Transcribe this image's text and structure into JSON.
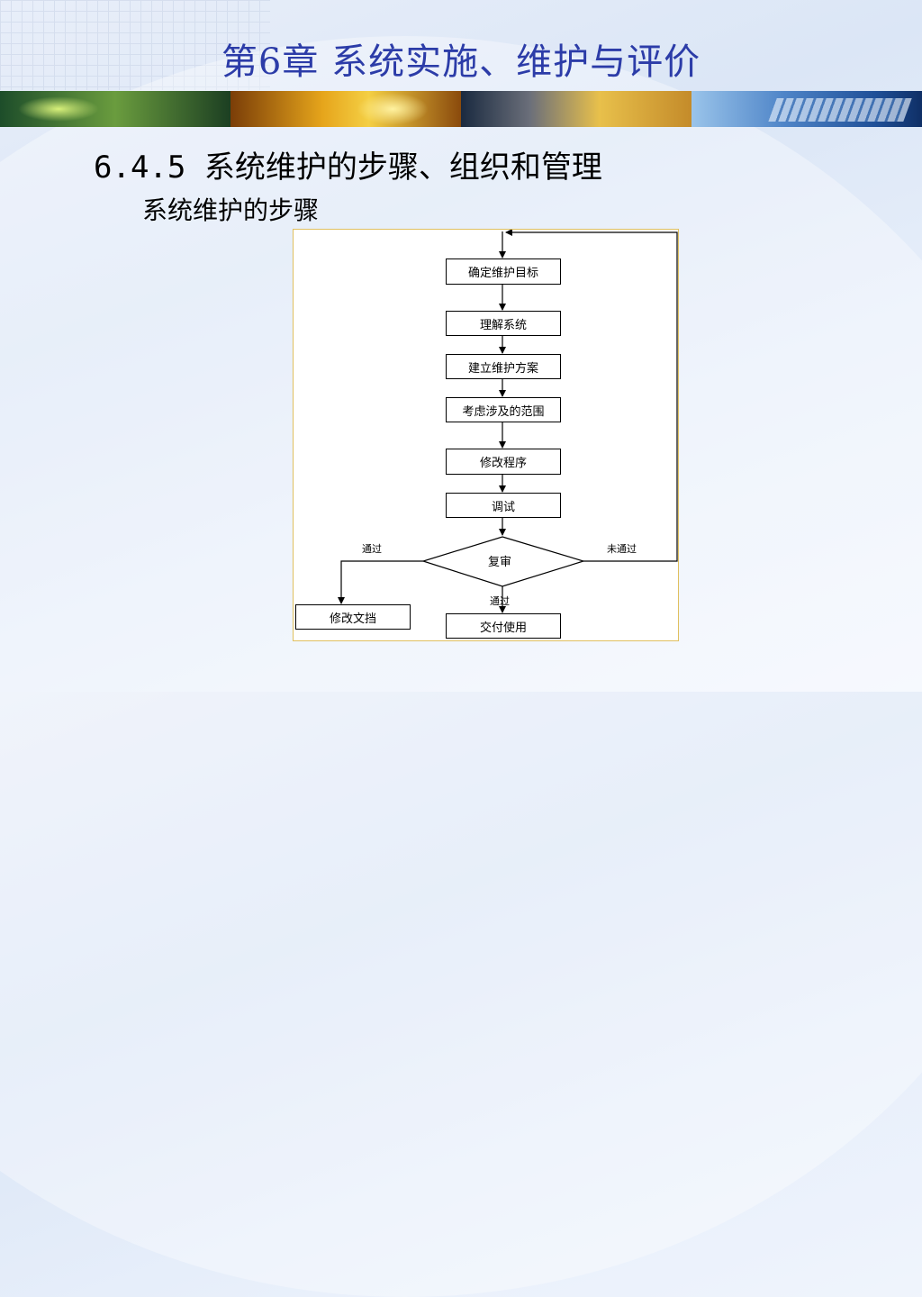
{
  "slide": {
    "title": "第6章  系统实施、维护与评价",
    "heading": "6.4.5 系统维护的步骤、组织和管理",
    "subheading": "系统维护的步骤"
  },
  "flowchart": {
    "steps": [
      "确定维护目标",
      "理解系统",
      "建立维护方案",
      "考虑涉及的范围",
      "修改程序",
      "调试"
    ],
    "decision": "复审",
    "branch_left_label": "通过",
    "branch_right_label": "未通过",
    "branch_down_label": "通过",
    "left_output": "修改文挡",
    "final_output": "交付使用"
  }
}
